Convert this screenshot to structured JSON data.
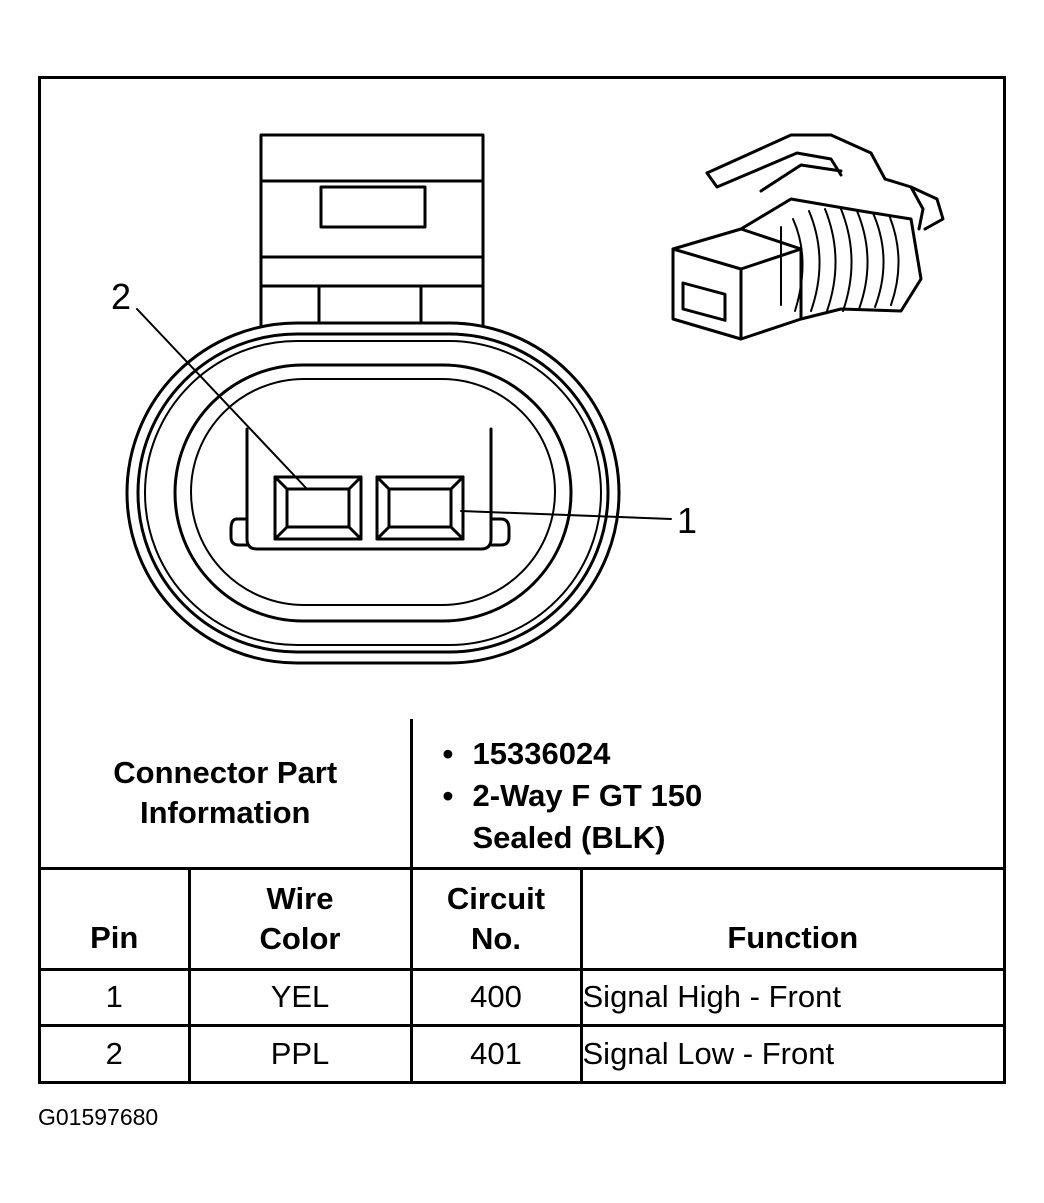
{
  "figure_id": "G01597680",
  "callouts": {
    "pin_2": "2",
    "pin_1": "1"
  },
  "connector_info": {
    "label": "Connector Part Information",
    "items": [
      "15336024",
      "2-Way F GT 150 Sealed (BLK)"
    ]
  },
  "pin_table": {
    "headers": {
      "pin": "Pin",
      "wire_color": "Wire Color",
      "circuit_no": "Circuit No.",
      "function": "Function"
    },
    "rows": [
      {
        "pin": "1",
        "wire_color": "YEL",
        "circuit_no": "400",
        "function": "Signal High - Front"
      },
      {
        "pin": "2",
        "wire_color": "PPL",
        "circuit_no": "401",
        "function": "Signal Low - Front"
      }
    ]
  }
}
